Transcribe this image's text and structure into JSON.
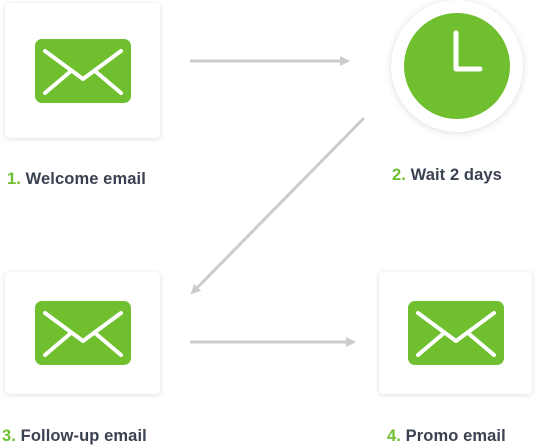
{
  "colors": {
    "accent_green": "#6fbf2f",
    "label_text": "#3a4150",
    "arrow_gray": "#cccccc"
  },
  "steps": [
    {
      "number": "1.",
      "label": "Welcome email",
      "icon": "email-envelope-icon"
    },
    {
      "number": "2.",
      "label": "Wait 2 days",
      "icon": "clock-icon"
    },
    {
      "number": "3.",
      "label": "Follow-up email",
      "icon": "email-envelope-icon"
    },
    {
      "number": "4.",
      "label": "Promo email",
      "icon": "email-envelope-icon"
    }
  ]
}
